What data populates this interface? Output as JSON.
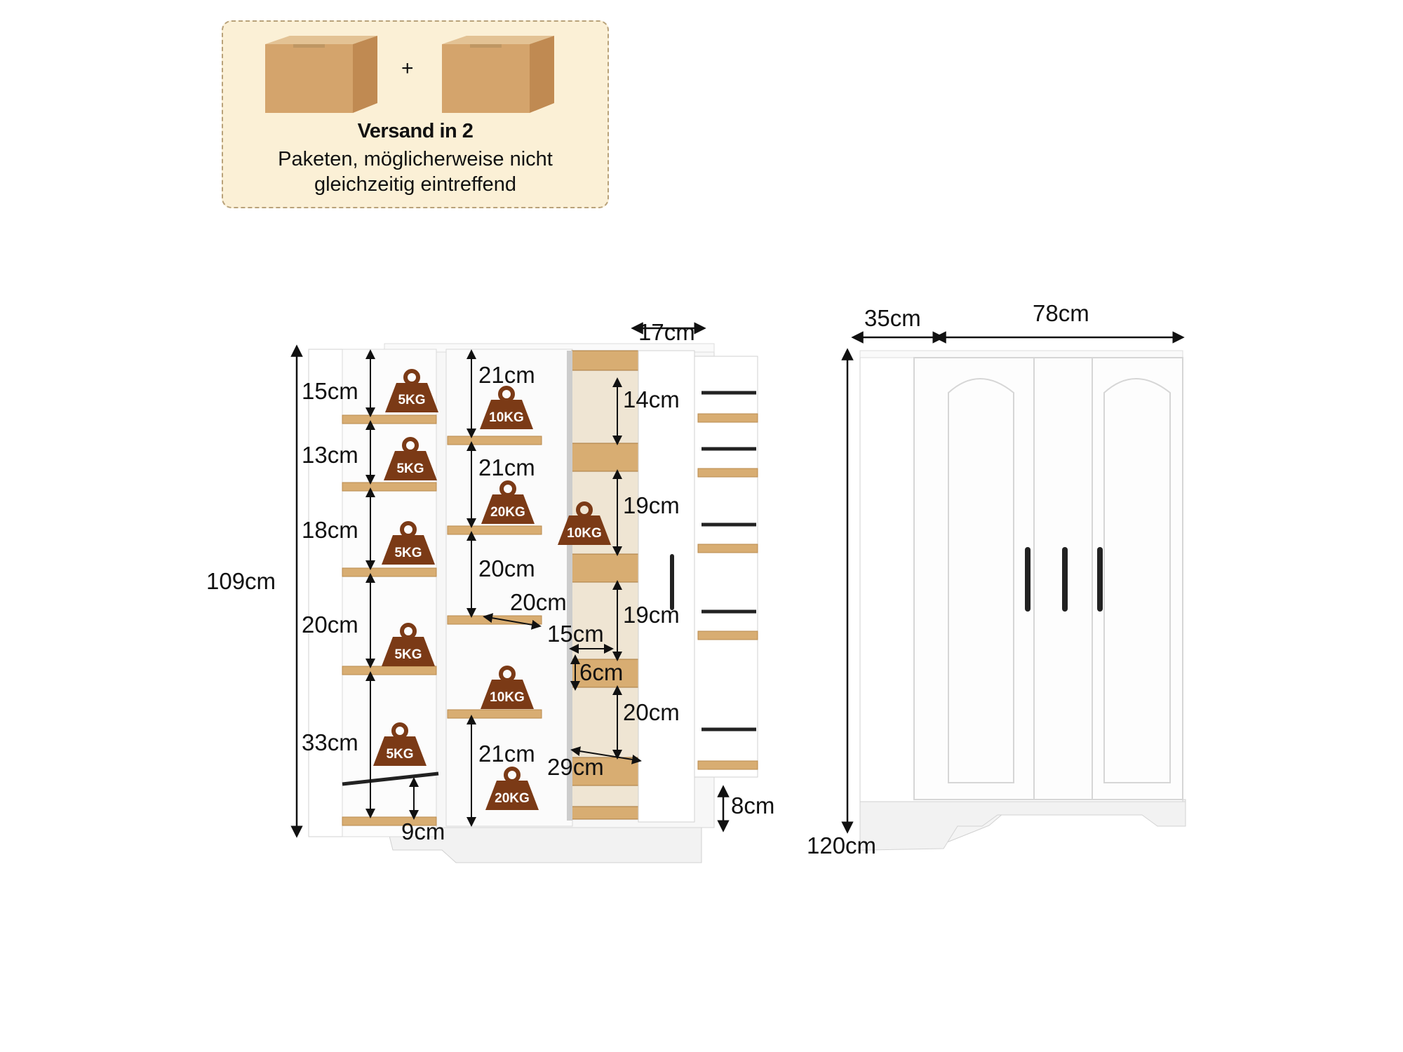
{
  "shipping": {
    "title": "Versand in 2",
    "line1": "Paketen, möglicherweise nicht",
    "line2": "gleichzeitig eintreffend",
    "plus": "+"
  },
  "open_view": {
    "height_total": "109cm",
    "depth_top": "17cm",
    "base_height": "8cm",
    "left_door_gaps": [
      "15cm",
      "13cm",
      "18cm",
      "20cm",
      "33cm",
      "9cm"
    ],
    "left_door_weights": [
      "5KG",
      "5KG",
      "5KG",
      "5KG",
      "5KG"
    ],
    "center_gaps": [
      "21cm",
      "21cm",
      "20cm",
      "21cm"
    ],
    "center_width": "20cm",
    "center_weights": [
      "10KG",
      "20KG",
      "10KG",
      "20KG"
    ],
    "pullout_gaps": [
      "14cm",
      "19cm",
      "19cm",
      "6cm",
      "20cm"
    ],
    "pullout_widths": [
      "15cm",
      "29cm"
    ],
    "pullout_weight": "10KG"
  },
  "closed_view": {
    "depth": "35cm",
    "width": "78cm",
    "height": "120cm"
  }
}
